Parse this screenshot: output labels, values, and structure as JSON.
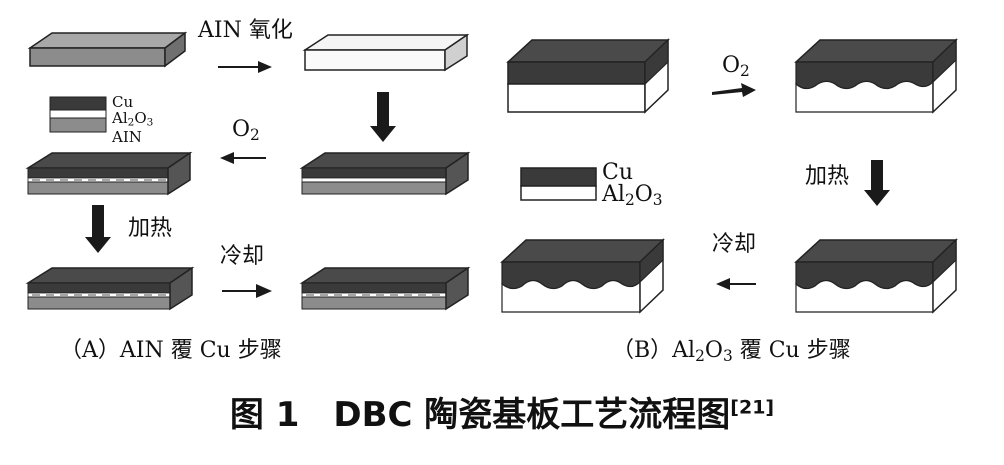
{
  "panel_a": {
    "step_aln_oxidation": "AIN 氧化",
    "step_o2": "O2",
    "step_heat": "加热",
    "step_cool": "冷却",
    "legend_cu": "Cu",
    "legend_al2o3": "Al2O3",
    "legend_aln": "AIN",
    "caption": "（A）AIN 覆 Cu 步骤"
  },
  "panel_b": {
    "step_o2": "O2",
    "step_heat": "加热",
    "step_cool": "冷却",
    "legend_cu": "Cu",
    "legend_al2o3": "Al2O3",
    "caption": "（B）Al2O3 覆 Cu 步骤"
  },
  "figure": {
    "title": "图 1　DBC 陶瓷基板工艺流程图",
    "ref": "[21]"
  },
  "colors": {
    "copper": "#3a3a3a",
    "aln": "#8c8c8c",
    "oxide": "#f2f2f2",
    "arrow": "#1a1a1a"
  }
}
